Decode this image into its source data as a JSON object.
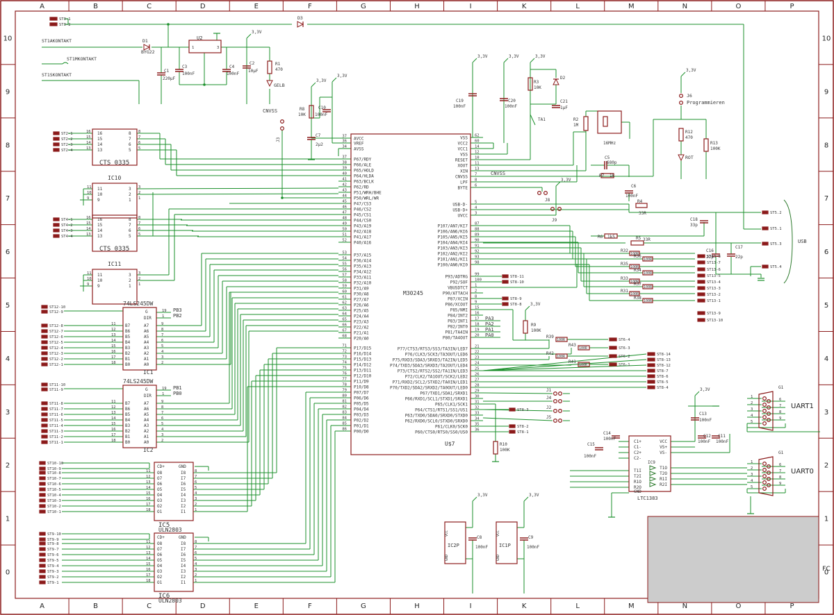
{
  "frame": {
    "cols": [
      "A",
      "B",
      "C",
      "D",
      "E",
      "F",
      "G",
      "H",
      "I",
      "K",
      "L",
      "M",
      "N",
      "O",
      "P"
    ],
    "rows": [
      "10",
      "9",
      "8",
      "7",
      "6",
      "5",
      "4",
      "3",
      "2",
      "1",
      "0"
    ]
  },
  "colors": {
    "frame": "#8b1a1a",
    "wire": "#1a8f2a",
    "part": "#8b1a1a",
    "text": "#333333",
    "titleblock": "#cccccc",
    "usb": "#2c7a2c"
  },
  "mcu": {
    "name": "M30245",
    "ref": "U$7",
    "left_pins": [
      {
        "num": "37",
        "name": "AVCC"
      },
      {
        "num": "36",
        "name": "VREF"
      },
      {
        "num": "34",
        "name": "AVSS"
      },
      {
        "num": "37",
        "name": "P67/RDY"
      },
      {
        "num": "38",
        "name": "P66/ALE"
      },
      {
        "num": "39",
        "name": "P65/HOLD"
      },
      {
        "num": "40",
        "name": "P64/HLDA"
      },
      {
        "num": "41",
        "name": "P63/BCLK"
      },
      {
        "num": "42",
        "name": "P62/RD"
      },
      {
        "num": "43",
        "name": "P51/WRH/BHE"
      },
      {
        "num": "44",
        "name": "P50/WRL/WR"
      },
      {
        "num": "45",
        "name": "P47/CS3"
      },
      {
        "num": "46",
        "name": "P46/CS2"
      },
      {
        "num": "47",
        "name": "P45/CS1"
      },
      {
        "num": "48",
        "name": "P44/CS0"
      },
      {
        "num": "49",
        "name": "P43/A19"
      },
      {
        "num": "50",
        "name": "P42/A18"
      },
      {
        "num": "51",
        "name": "P41/A17"
      },
      {
        "num": "52",
        "name": "P40/A16"
      },
      {
        "num": "53",
        "name": "P37/A15"
      },
      {
        "num": "54",
        "name": "P36/A14"
      },
      {
        "num": "55",
        "name": "P35/A13"
      },
      {
        "num": "56",
        "name": "P34/A12"
      },
      {
        "num": "57",
        "name": "P33/A11"
      },
      {
        "num": "58",
        "name": "P32/A10"
      },
      {
        "num": "59",
        "name": "P31/A9"
      },
      {
        "num": "60",
        "name": "P30/A8"
      },
      {
        "num": "61",
        "name": "P27/A7"
      },
      {
        "num": "62",
        "name": "P26/A6"
      },
      {
        "num": "63",
        "name": "P25/A5"
      },
      {
        "num": "64",
        "name": "P24/A4"
      },
      {
        "num": "65",
        "name": "P23/A3"
      },
      {
        "num": "66",
        "name": "P22/A2"
      },
      {
        "num": "67",
        "name": "P21/A1"
      },
      {
        "num": "68",
        "name": "P20/A0"
      },
      {
        "num": "71",
        "name": "P17/D15"
      },
      {
        "num": "72",
        "name": "P16/D14"
      },
      {
        "num": "73",
        "name": "P15/D13"
      },
      {
        "num": "74",
        "name": "P14/D12"
      },
      {
        "num": "75",
        "name": "P13/D11"
      },
      {
        "num": "76",
        "name": "P12/D10"
      },
      {
        "num": "77",
        "name": "P11/D9"
      },
      {
        "num": "78",
        "name": "P10/D8"
      },
      {
        "num": "79",
        "name": "P07/D7"
      },
      {
        "num": "80",
        "name": "P06/D6"
      },
      {
        "num": "81",
        "name": "P05/D5"
      },
      {
        "num": "82",
        "name": "P04/D4"
      },
      {
        "num": "83",
        "name": "P03/D3"
      },
      {
        "num": "84",
        "name": "P02/D2"
      },
      {
        "num": "85",
        "name": "P01/D1"
      },
      {
        "num": "86",
        "name": "P00/D0"
      }
    ],
    "right_pins": [
      {
        "num": "62",
        "name": "VSS"
      },
      {
        "num": "60",
        "name": "VCC2"
      },
      {
        "num": "14",
        "name": "VCC1"
      },
      {
        "num": "12",
        "name": "VSS"
      },
      {
        "num": "10",
        "name": "RESET"
      },
      {
        "num": "11",
        "name": "XOUT"
      },
      {
        "num": "13",
        "name": "XIN"
      },
      {
        "num": "7",
        "name": "CNVSS"
      },
      {
        "num": "8",
        "name": "LPF"
      },
      {
        "num": "6",
        "name": "BYTE"
      },
      {
        "num": "5",
        "name": "USB-D-"
      },
      {
        "num": "4",
        "name": "USB-D+"
      },
      {
        "num": "3",
        "name": "UVCC"
      },
      {
        "num": "87",
        "name": "P107/AN7/KI7"
      },
      {
        "num": "88",
        "name": "P106/AN6/KI6"
      },
      {
        "num": "89",
        "name": "P105/AN5/KI5"
      },
      {
        "num": "90",
        "name": "P104/AN4/KI4"
      },
      {
        "num": "91",
        "name": "P103/AN3/KI3"
      },
      {
        "num": "92",
        "name": "P102/AN2/KI2"
      },
      {
        "num": "93",
        "name": "P101/AN1/KI1"
      },
      {
        "num": "98",
        "name": "P100/AN0/KI0"
      },
      {
        "num": "99",
        "name": "P93/ADTRG"
      },
      {
        "num": "100",
        "name": "P92/SOF"
      },
      {
        "num": "1",
        "name": "VBUSDTCT"
      },
      {
        "num": "2",
        "name": "P90/ATTACH"
      },
      {
        "num": "8",
        "name": "P87/XCIN"
      },
      {
        "num": "9",
        "name": "P86/XCOUT"
      },
      {
        "num": "15",
        "name": "P85/NMI"
      },
      {
        "num": "16",
        "name": "P84/INT2"
      },
      {
        "num": "17",
        "name": "P83/INT1"
      },
      {
        "num": "18",
        "name": "P82/INT0"
      },
      {
        "num": "19",
        "name": "P81/TA4IN"
      },
      {
        "num": "20",
        "name": "P80/TA4OUT"
      },
      {
        "num": "21",
        "name": "P77/CTS3/RTS3/SS3/TA3IN/LED7"
      },
      {
        "num": "22",
        "name": "P76/CLK3/SCK3/TA3OUT/LED6"
      },
      {
        "num": "23",
        "name": "P75/RXD3/SDA3/SRXD3/TA2IN/LED5"
      },
      {
        "num": "24",
        "name": "P74/TXD3/SDA3/SRXD3/TA2OUT/LED4"
      },
      {
        "num": "25",
        "name": "P73/CTS2/RTS2/SS2/TA1IN/LED3"
      },
      {
        "num": "26",
        "name": "P72/CLK2/TA1OUT/SCK2/LED2"
      },
      {
        "num": "27",
        "name": "P71/RXD2/SCL2/STXD2/TA0IN/LED1"
      },
      {
        "num": "28",
        "name": "P70/TXD2/SDA2/SRXD2/TA0OUT/LED0"
      },
      {
        "num": "29",
        "name": "P67/TXD1/SDA1/SRXD1"
      },
      {
        "num": "30",
        "name": "P66/RXD1/SCL1/STXD1/SRXD1"
      },
      {
        "num": "31",
        "name": "P65/CLK1/SCK1"
      },
      {
        "num": "32",
        "name": "P64/CTS1/RTS1/SS1/US1"
      },
      {
        "num": "33",
        "name": "P63/TXD0/SDA0/SRXD0/STXD0"
      },
      {
        "num": "34",
        "name": "P62/RXD0/SCL0/STXD0/SRXD0"
      },
      {
        "num": "35",
        "name": "P61/CLK0/SCK0"
      },
      {
        "num": "36",
        "name": "P60/CTS0/RTS0/SS0/US0"
      }
    ]
  },
  "power": {
    "inputs": [
      {
        "label": "ST3-1"
      },
      {
        "label": "ST3-2"
      },
      {
        "label": "ST1AKONTAKT"
      },
      {
        "label": "ST1MKONTAKT"
      },
      {
        "label": "ST1SKONTAKT"
      }
    ],
    "parts": {
      "d3": "D3",
      "d1": "D1",
      "d1v": "BYG22",
      "u2": "U2",
      "c1": "C1",
      "c1v": "220µF",
      "c3": "C3",
      "c3v": "100nF",
      "c4": "C4",
      "c4v": "100nF",
      "c2": "C2",
      "c2v": "10µF",
      "r1": "R1",
      "r1v": "470",
      "led": "GELB",
      "v33": "3,3V"
    }
  },
  "cnvss": {
    "label": "CNVSS",
    "j3": "J3",
    "r8": "R8",
    "r8v": "10K",
    "c10": "C10",
    "c10v": "100nF",
    "c7": "C7",
    "c7v": "2µ2"
  },
  "ic10": {
    "name": "CTS 0335",
    "ref": "IC10",
    "inputs": [
      "ST2-1",
      "ST2-2",
      "ST2-3",
      "ST2-4"
    ]
  },
  "ic11": {
    "name": "CTS 0335",
    "ref": "IC11",
    "inputs": [
      "ST4-1",
      "ST4-2",
      "ST4-3",
      "ST4-4"
    ]
  },
  "ic1": {
    "name": "74LS245DW",
    "ref": "IC1",
    "g": "G",
    "dir": "DIR",
    "pb3": "PB3",
    "pb2": "PB2",
    "inputs": [
      "ST12-10",
      "ST12-9",
      "ST12-8",
      "ST12-7",
      "ST12-6",
      "ST12-5",
      "ST12-4",
      "ST12-3",
      "ST12-2",
      "ST12-1"
    ]
  },
  "ic2": {
    "name": "74LS245DW",
    "ref": "IC2",
    "g": "G",
    "dir": "DIR",
    "pb1": "PB1",
    "pb0": "PB0",
    "inputs": [
      "ST11-10",
      "ST11-9",
      "ST11-8",
      "ST11-7",
      "ST11-6",
      "ST11-5",
      "ST11-4",
      "ST11-3",
      "ST11-2",
      "ST11-1"
    ]
  },
  "ic5": {
    "name": "ULN2803",
    "ref": "IC5",
    "cd": "CD+",
    "gnd": "GND",
    "outputs": [
      "ST10-10",
      "ST10-9",
      "ST10-8",
      "ST10-7",
      "ST10-6",
      "ST10-5",
      "ST10-4",
      "ST10-3",
      "ST10-2",
      "ST10-1"
    ]
  },
  "ic6": {
    "name": "ULN2803",
    "ref": "IC6",
    "cd": "CD+",
    "gnd": "GND",
    "outputs": [
      "ST9-10",
      "ST9-9",
      "ST9-8",
      "ST9-7",
      "ST9-6",
      "ST9-5",
      "ST9-4",
      "ST9-3",
      "ST9-2",
      "ST9-1"
    ]
  },
  "clock": {
    "c19": "C19",
    "c19v": "100nF",
    "c20": "C20",
    "c20v": "100nF",
    "r3": "R3",
    "r3v": "10K",
    "d2": "D2",
    "c21": "C21",
    "c21v": "1µF",
    "ta1": "TA1",
    "r2": "R2",
    "r2v": "1M",
    "q": "16MHz",
    "c5": "C5",
    "c5v": "680p",
    "r7": "R7",
    "r7v": "1k",
    "c6": "C6",
    "c6v": "100nF",
    "j8": "J8",
    "j9": "J9"
  },
  "prog": {
    "j6": "J6",
    "label": "Programmieren",
    "r12": "R12",
    "r12v": "470",
    "r13": "R13",
    "r13v": "100K",
    "led": "ROT"
  },
  "usb": {
    "label": "USB",
    "r4": "R4",
    "r4v": "33R",
    "r5": "R5",
    "r5v": "33R",
    "r6": "R6",
    "r6v": "1k5",
    "c18": "C18",
    "c18v": "33p",
    "c16": "C16",
    "c16v": "22p",
    "c17": "C17",
    "c17v": "22p",
    "pins": [
      "ST5.2",
      "ST5.1",
      "ST5.3",
      "ST5.4"
    ]
  },
  "st13": {
    "res": [
      "R32",
      "R36",
      "R35",
      "R34",
      "R33",
      "R37",
      "R31",
      "R38"
    ],
    "rv": "100R",
    "labels": [
      "ST13-8",
      "ST13-7",
      "ST13-6",
      "ST13-5",
      "ST13-4",
      "ST13-3",
      "ST13-2",
      "ST13-1",
      "ST13-9",
      "ST13-10"
    ]
  },
  "st8": {
    "labels": [
      "ST8-11",
      "ST8-10",
      "ST8-9",
      "ST8-8"
    ],
    "pa": [
      "PA3",
      "PA2",
      "PA1",
      "PA0"
    ],
    "r9": "R9",
    "r9v": "100K"
  },
  "st6": {
    "res": [
      "R39",
      "R43",
      "R42",
      "R41"
    ],
    "rv": "100R",
    "labels": [
      "ST6-4",
      "ST6-3",
      "ST6-2",
      "ST6-1"
    ]
  },
  "st8b": {
    "labels": [
      "ST8-14",
      "ST8-13",
      "ST8-12",
      "ST8-7",
      "ST8-6",
      "ST8-5",
      "ST8-4"
    ]
  },
  "uart": {
    "j1": "J1",
    "j4": "J4",
    "j2": "J2",
    "j5": "J5",
    "st83": "ST8-3",
    "st82": "ST8-2",
    "st81": "ST8-1",
    "r10": "R10",
    "r10v": "100K"
  },
  "ltc": {
    "name": "LTC1383",
    "ref": "IC9",
    "pins_l": [
      "C1+",
      "C1-",
      "C2+",
      "C2-",
      "T1I",
      "T2I",
      "R1O",
      "R2O",
      "GND"
    ],
    "pins_r": [
      "VCC",
      "VS+",
      "VS-",
      "T1O",
      "T2O",
      "R1I",
      "R2I"
    ],
    "c14": "C14",
    "c14v": "100nF",
    "c15": "C15",
    "c15v": "100nF",
    "c13": "C13",
    "c13v": "100nF",
    "c12": "C12",
    "c12v": "100nF",
    "c11": "C11",
    "c11v": "100nF"
  },
  "connectors": {
    "g1": "G1",
    "g2": "G1",
    "uart1": "UART1",
    "uart0": "UART0"
  },
  "decoupling": {
    "ic2p": "IC2P",
    "ic1p": "IC1P",
    "c8": "C8",
    "c8v": "100nF",
    "c9": "C9",
    "c9v": "100nF",
    "vcc": "VCC",
    "gnd": "GND",
    "v33": "3,3V"
  },
  "corner": {
    "fc": "FC"
  }
}
